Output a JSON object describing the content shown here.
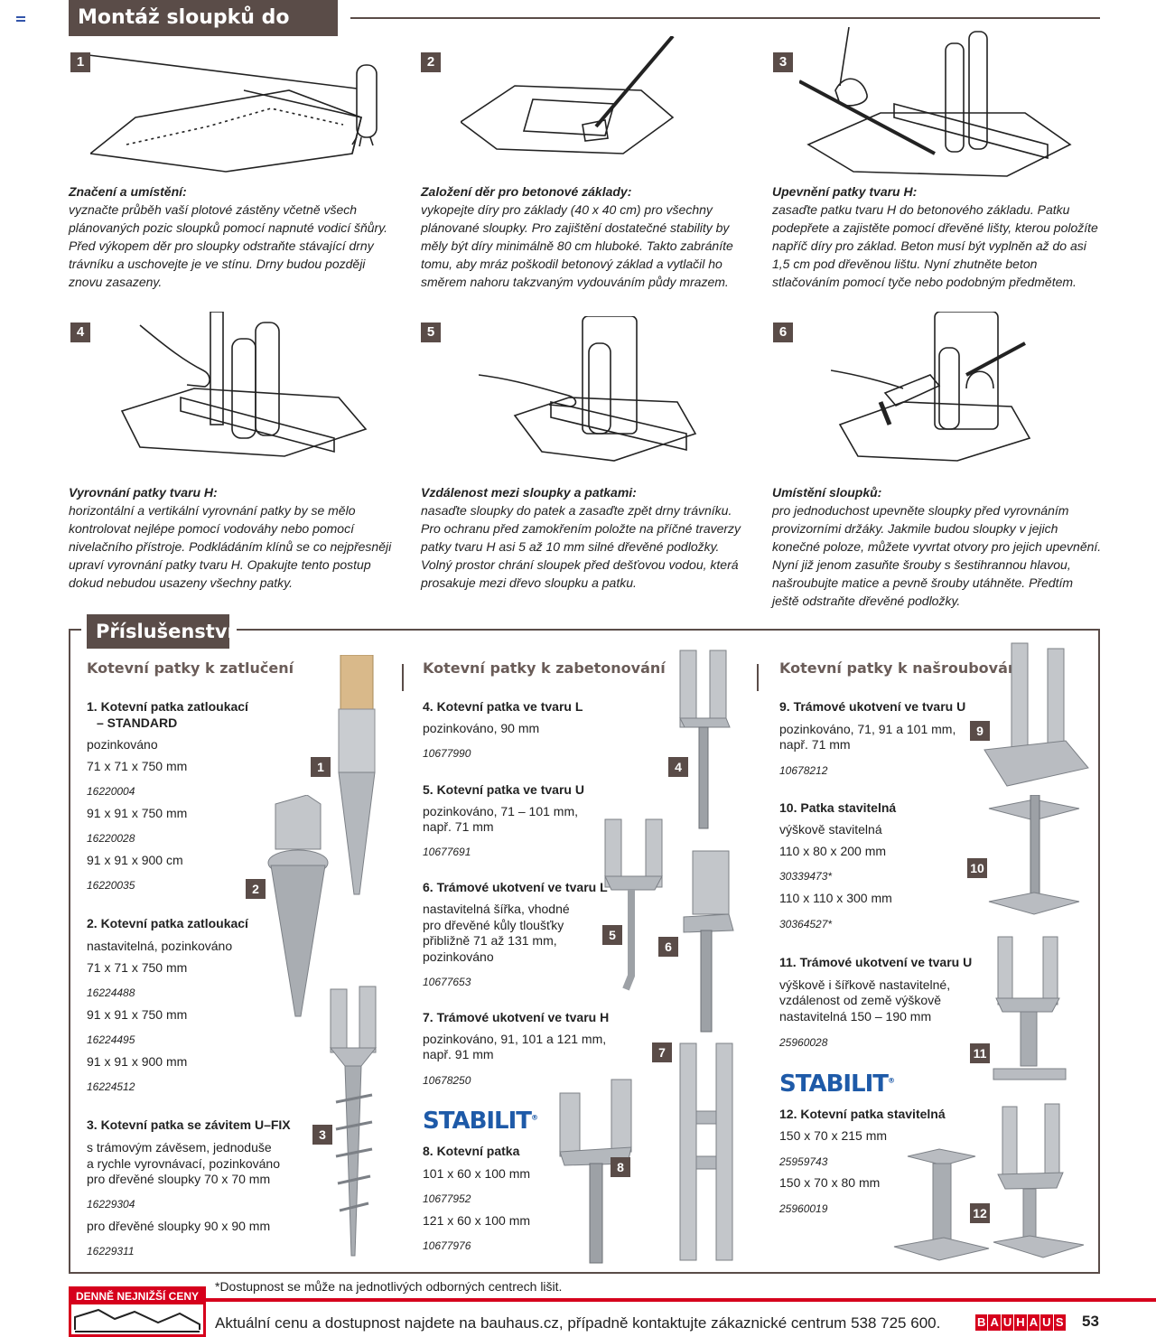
{
  "page": {
    "title": "Montáž sloupků do betonu",
    "page_number": "53"
  },
  "steps": [
    {
      "number": "1",
      "title": "Značení a umístění:",
      "text": "vyznačte průběh vaší plotové zástěny včetně všech plánovaných pozic sloupků pomocí napnuté vodicí šňůry. Před výkopem děr pro sloupky odstraňte stávající drny trávníku a uschovejte je ve stínu. Drny budou později znovu zasazeny."
    },
    {
      "number": "2",
      "title": "Založení děr pro betonové základy:",
      "text": "vykopejte díry pro základy (40 x 40 cm) pro všechny plánované sloupky. Pro zajištění dostatečné stability by měly být díry minimálně 80 cm hluboké. Takto zabráníte tomu, aby mráz poškodil betonový základ a vytlačil ho směrem nahoru takzvaným vydouváním půdy mrazem."
    },
    {
      "number": "3",
      "title": "Upevnění patky tvaru H:",
      "text": "zasaďte patku tvaru H do betonového základu. Patku podepřete a zajistěte pomocí dřevěné lišty, kterou položíte napříč díry pro základ. Beton musí být vyplněn až do asi 1,5 cm pod dřevěnou lištu. Nyní zhutněte beton stlačováním pomocí tyče nebo podobným předmětem."
    },
    {
      "number": "4",
      "title": "Vyrovnání patky tvaru H:",
      "text": "horizontální a vertikální vyrovnání patky by se mělo kontrolovat nejlépe pomocí vodováhy nebo pomocí nivelačního přístroje. Podkládáním klínů se co nejpřesněji upraví vyrovnání patky tvaru H. Opakujte tento postup dokud nebudou usazeny všechny patky."
    },
    {
      "number": "5",
      "title": "Vzdálenost mezi sloupky a patkami:",
      "text": "nasaďte sloupky do patek a zasaďte zpět drny trávníku. Pro ochranu před zamokřením položte na příčné traverzy patky tvaru H asi 5 až 10 mm silné dřevěné podložky. Volný prostor chrání sloupek před dešťovou vodou, která prosakuje mezi dřevo sloupku a patku."
    },
    {
      "number": "6",
      "title": "Umístění sloupků:",
      "text": "pro jednoduchost upevněte sloupky před vyrovnáním provizorními držáky. Jakmile budou sloupky v jejich konečné poloze, můžete vyvrtat otvory pro jejich upevnění. Nyní již jenom zasuňte šrouby s šestihrannou hlavou, našroubujte matice a pevně šrouby utáhněte. Předtím ještě odstraňte dřevěné podložky."
    }
  ],
  "accessories": {
    "title": "Příslušenství",
    "col1": {
      "heading": "Kotevní patky k zatlučení",
      "p1_title_a": "1. Kotevní patka zatloukací",
      "p1_title_b": "– STANDARD",
      "p1_desc": "pozinkováno",
      "p1_v1": "71 x 71 x 750 mm",
      "p1_c1": "16220004",
      "p1_v2": "91 x 91 x 750 mm",
      "p1_c2": "16220028",
      "p1_v3": "91 x 91 x 900 cm",
      "p1_c3": "16220035",
      "p2_title": "2. Kotevní patka zatloukací",
      "p2_desc": "nastavitelná, pozinkováno",
      "p2_v1": "71 x 71 x 750 mm",
      "p2_c1": "16224488",
      "p2_v2": "91 x 91 x 750 mm",
      "p2_c2": "16224495",
      "p2_v3": "91 x 91 x 900 mm",
      "p2_c3": "16224512",
      "p3_title": "3. Kotevní patka se závitem U–FIX",
      "p3_d1": "s trámovým závěsem, jednoduše",
      "p3_d2": "a rychle vyrovnávací, pozinkováno",
      "p3_d3": "pro dřevěné sloupky 70 x 70 mm",
      "p3_c1": "16229304",
      "p3_d4": "pro dřevěné sloupky 90 x 90 mm",
      "p3_c2": "16229311"
    },
    "col2": {
      "heading": "Kotevní patky k zabetonování",
      "p4_title": "4. Kotevní patka ve tvaru L",
      "p4_desc": "pozinkováno, 90 mm",
      "p4_c": "10677990",
      "p5_title": "5. Kotevní patka ve tvaru U",
      "p5_d1": "pozinkováno, 71 – 101 mm,",
      "p5_d2": "např. 71 mm",
      "p5_c": "10677691",
      "p6_title": "6. Trámové ukotvení ve tvaru L",
      "p6_d1": "nastavitelná šířka, vhodné",
      "p6_d2": "pro dřevěné kůly tloušťky",
      "p6_d3": "přibližně 71 až 131 mm,",
      "p6_d4": "pozinkováno",
      "p6_c": "10677653",
      "p7_title": "7. Trámové ukotvení ve tvaru H",
      "p7_d1": "pozinkováno, 91, 101 a 121 mm,",
      "p7_d2": "např. 91 mm",
      "p7_c": "10678250",
      "brand": "STABILIT",
      "p8_title": "8. Kotevní patka",
      "p8_v1": "101 x 60 x 100 mm",
      "p8_c1": "10677952",
      "p8_v2": "121 x 60 x 100 mm",
      "p8_c2": "10677976"
    },
    "col3": {
      "heading": "Kotevní patky k našroubování",
      "p9_title": "9. Trámové ukotvení ve tvaru U",
      "p9_d1": "pozinkováno, 71, 91 a 101 mm,",
      "p9_d2": "např. 71 mm",
      "p9_c": "10678212",
      "p10_title": "10. Patka stavitelná",
      "p10_desc": "výškově stavitelná",
      "p10_v1": "110 x 80 x 200 mm",
      "p10_c1": "30339473*",
      "p10_v2": "110 x 110 x 300 mm",
      "p10_c2": "30364527*",
      "p11_title": "11. Trámové ukotvení ve tvaru U",
      "p11_d1": "výškově i šířkově nastavitelné,",
      "p11_d2": "vzdálenost od země výškově",
      "p11_d3": "nastavitelná 150 – 190 mm",
      "p11_c": "25960028",
      "brand": "STABILIT",
      "p12_title": "12. Kotevní patka stavitelná",
      "p12_v1": "150 x 70 x 215 mm",
      "p12_c1": "25959743",
      "p12_v2": "150 x 70 x 80 mm",
      "p12_c2": "25960019"
    },
    "badges": [
      "1",
      "2",
      "3",
      "4",
      "5",
      "6",
      "7",
      "8",
      "9",
      "10",
      "11",
      "12"
    ]
  },
  "footer": {
    "footnote": "*Dostupnost se může na jednotlivých odborných centrech lišit.",
    "badge": "DENNĚ NEJNIŽŠÍ CENY",
    "text": "Aktuální cenu a dostupnost najdete na bauhaus.cz, případně kontaktujte zákaznické centrum 538 725 600.",
    "brand_letters": [
      "B",
      "A",
      "U",
      "H",
      "A",
      "U",
      "S"
    ]
  },
  "colors": {
    "accent": "#5a4c48",
    "brand_red": "#d6001c",
    "stabilit_blue": "#1e5aa8"
  }
}
